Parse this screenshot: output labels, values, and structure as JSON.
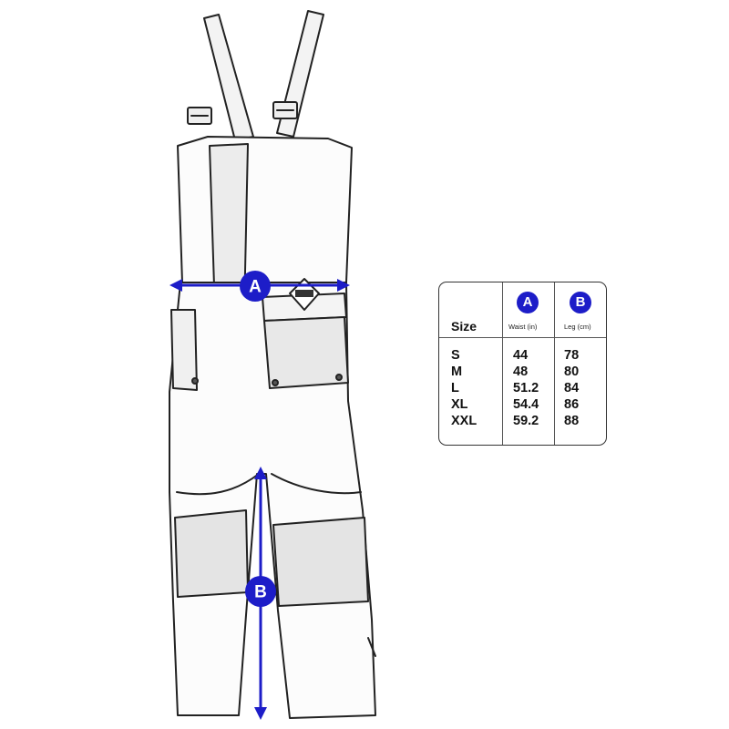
{
  "markers": {
    "a": "A",
    "b": "B"
  },
  "size_chart": {
    "size_header": "Size",
    "waist_label": "Waist (in)",
    "leg_label": "Leg (cm)",
    "rows": [
      {
        "size": "S",
        "waist": "44",
        "leg": "78"
      },
      {
        "size": "M",
        "waist": "48",
        "leg": "80"
      },
      {
        "size": "L",
        "waist": "51.2",
        "leg": "84"
      },
      {
        "size": "XL",
        "waist": "54.4",
        "leg": "86"
      },
      {
        "size": "XXL",
        "waist": "59.2",
        "leg": "88"
      }
    ]
  },
  "colors": {
    "accent": "#1d1dc8",
    "line": "#333333"
  }
}
